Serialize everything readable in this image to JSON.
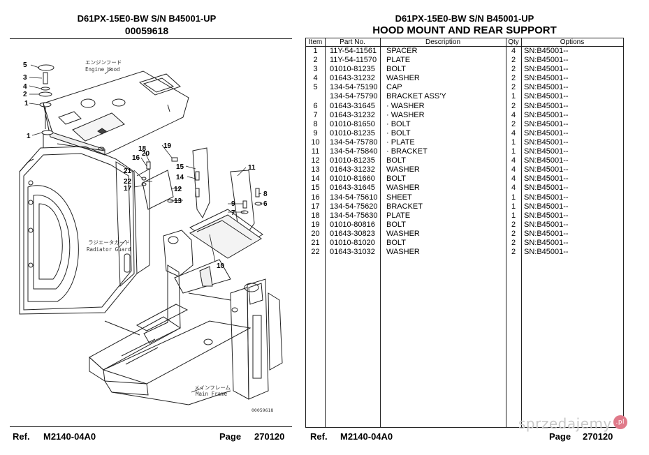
{
  "left_page": {
    "title_line1": "D61PX-15E0-BW S/N B45001-UP",
    "title_line2": "00059618",
    "labels": {
      "engine_hood_jp": "エンジンフード",
      "engine_hood": "Engine Hood",
      "radiator_guard_jp": "ラジエータガード",
      "radiator_guard": "Radiator Guard",
      "main_frame_jp": "メインフレーム",
      "main_frame": "Main Frame",
      "drawing_number": "00059618"
    },
    "callouts": [
      "5",
      "3",
      "4",
      "2",
      "1",
      "1",
      "18",
      "19",
      "20",
      "16",
      "21",
      "22",
      "17",
      "15",
      "14",
      "12",
      "13",
      "11",
      "8",
      "6",
      "9",
      "7",
      "10"
    ],
    "footer": {
      "ref_label": "Ref.",
      "ref_value": "M2140-04A0",
      "page_label": "Page",
      "page_value": "270120"
    }
  },
  "right_page": {
    "title_line1": "D61PX-15E0-BW S/N B45001-UP",
    "title_line2": "HOOD MOUNT AND REAR SUPPORT",
    "columns": [
      "Item",
      "Part No.",
      "Description",
      "Qty",
      "Options"
    ],
    "rows": [
      {
        "item": "1",
        "part": "11Y-54-11561",
        "desc": "SPACER",
        "qty": "4",
        "opt": "SN:B45001--"
      },
      {
        "item": "2",
        "part": "11Y-54-11570",
        "desc": "PLATE",
        "qty": "2",
        "opt": "SN:B45001--"
      },
      {
        "item": "3",
        "part": "01010-81235",
        "desc": "BOLT",
        "qty": "2",
        "opt": "SN:B45001--"
      },
      {
        "item": "4",
        "part": "01643-31232",
        "desc": "WASHER",
        "qty": "2",
        "opt": "SN:B45001--"
      },
      {
        "item": "5",
        "part": "134-54-75190",
        "desc": "CAP",
        "qty": "2",
        "opt": "SN:B45001--"
      },
      {
        "item": "",
        "part": "134-54-75790",
        "desc": "BRACKET ASS'Y",
        "qty": "1",
        "opt": "SN:B45001--"
      },
      {
        "item": "6",
        "part": "01643-31645",
        "desc": "· WASHER",
        "qty": "2",
        "opt": "SN:B45001--"
      },
      {
        "item": "7",
        "part": "01643-31232",
        "desc": "· WASHER",
        "qty": "4",
        "opt": "SN:B45001--"
      },
      {
        "item": "8",
        "part": "01010-81650",
        "desc": "· BOLT",
        "qty": "2",
        "opt": "SN:B45001--"
      },
      {
        "item": "9",
        "part": "01010-81235",
        "desc": "· BOLT",
        "qty": "4",
        "opt": "SN:B45001--"
      },
      {
        "item": "10",
        "part": "134-54-75780",
        "desc": "· PLATE",
        "qty": "1",
        "opt": "SN:B45001--"
      },
      {
        "item": "11",
        "part": "134-54-75840",
        "desc": "· BRACKET",
        "qty": "1",
        "opt": "SN:B45001--"
      },
      {
        "item": "12",
        "part": "01010-81235",
        "desc": "BOLT",
        "qty": "4",
        "opt": "SN:B45001--"
      },
      {
        "item": "13",
        "part": "01643-31232",
        "desc": "WASHER",
        "qty": "4",
        "opt": "SN:B45001--"
      },
      {
        "item": "14",
        "part": "01010-81660",
        "desc": "BOLT",
        "qty": "4",
        "opt": "SN:B45001--"
      },
      {
        "item": "15",
        "part": "01643-31645",
        "desc": "WASHER",
        "qty": "4",
        "opt": "SN:B45001--"
      },
      {
        "item": "16",
        "part": "134-54-75610",
        "desc": "SHEET",
        "qty": "1",
        "opt": "SN:B45001--"
      },
      {
        "item": "17",
        "part": "134-54-75620",
        "desc": "BRACKET",
        "qty": "1",
        "opt": "SN:B45001--"
      },
      {
        "item": "18",
        "part": "134-54-75630",
        "desc": "PLATE",
        "qty": "1",
        "opt": "SN:B45001--"
      },
      {
        "item": "19",
        "part": "01010-80816",
        "desc": "BOLT",
        "qty": "2",
        "opt": "SN:B45001--"
      },
      {
        "item": "20",
        "part": "01643-30823",
        "desc": "WASHER",
        "qty": "2",
        "opt": "SN:B45001--"
      },
      {
        "item": "21",
        "part": "01010-81020",
        "desc": "BOLT",
        "qty": "2",
        "opt": "SN:B45001--"
      },
      {
        "item": "22",
        "part": "01643-31032",
        "desc": "WASHER",
        "qty": "2",
        "opt": "SN:B45001--"
      }
    ],
    "footer": {
      "ref_label": "Ref.",
      "ref_value": "M2140-04A0",
      "page_label": "Page",
      "page_value": "270120"
    }
  },
  "watermark": {
    "text": "sprzedajemy",
    "badge": ".pl"
  }
}
